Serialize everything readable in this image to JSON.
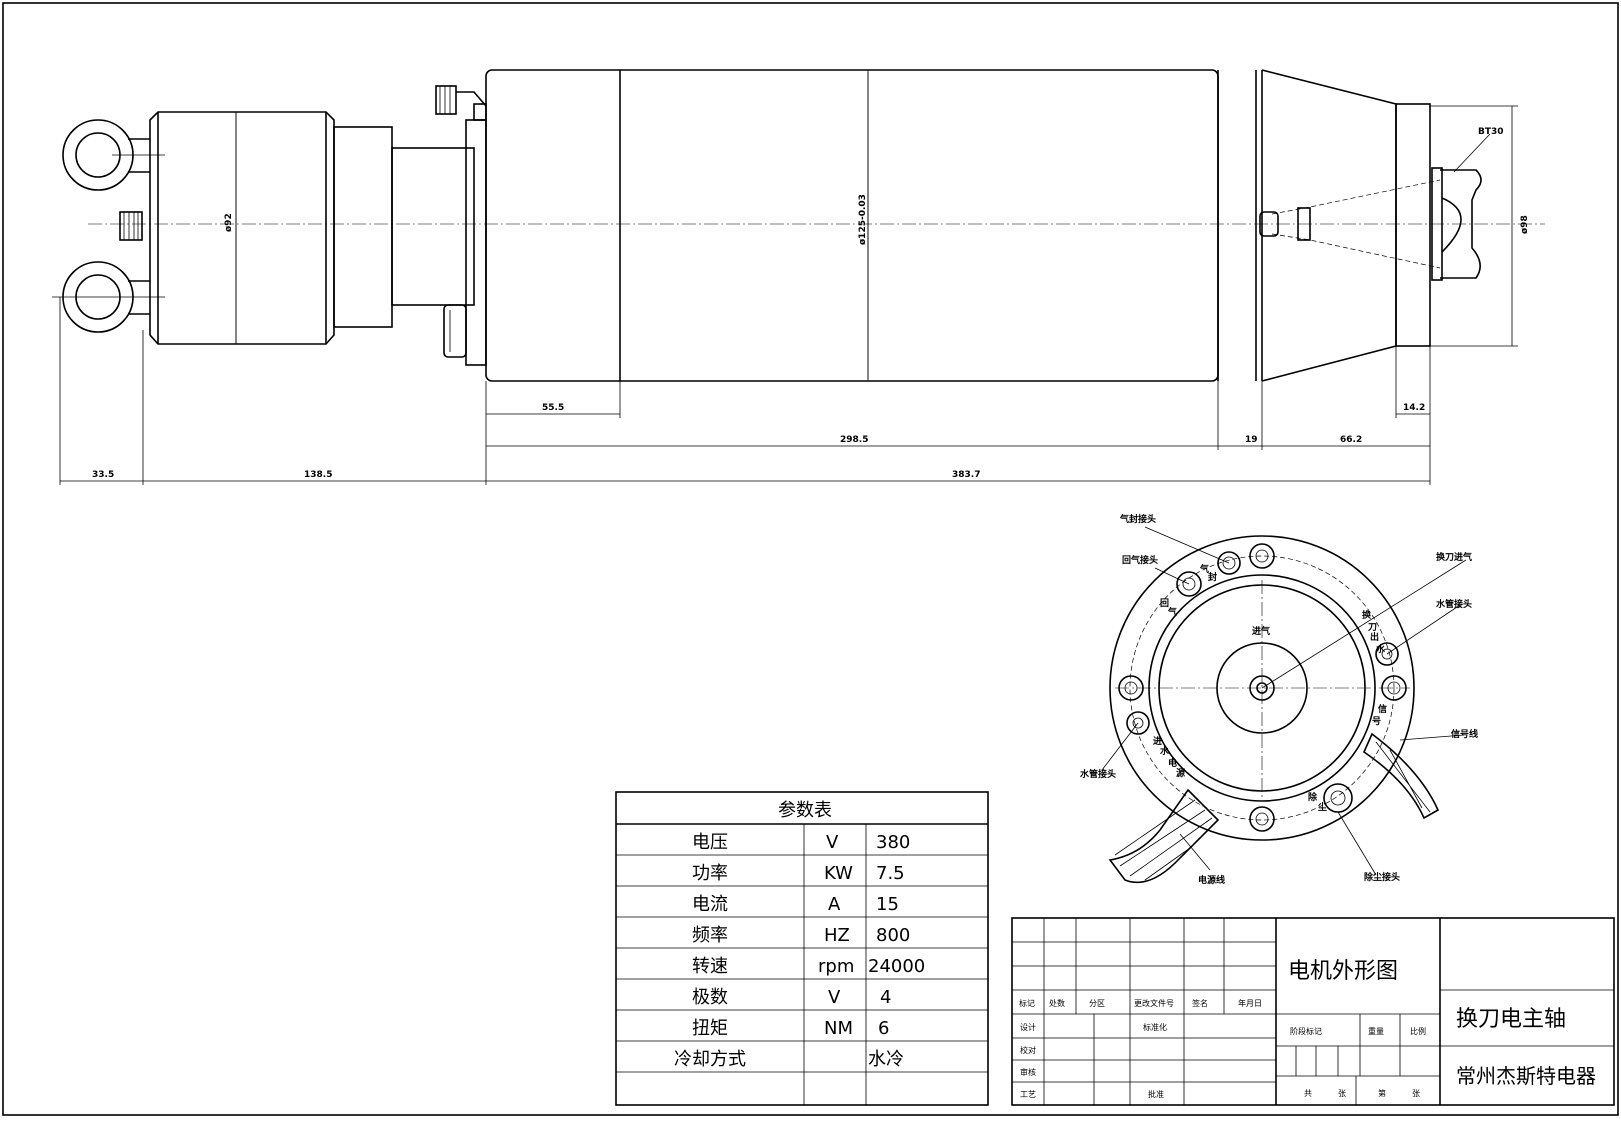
{
  "dimensions": {
    "d_55_5": "55.5",
    "d_298_5": "298.5",
    "d_19": "19",
    "d_66_2": "66.2",
    "d_14_2": "14.2",
    "d_33_5": "33.5",
    "d_138_5": "138.5",
    "d_383_7": "383.7",
    "dia_92": "ø92",
    "dia_125": "ø125-0.03",
    "dia_98": "ø98",
    "bt30": "BT30"
  },
  "end_view": {
    "labels": {
      "air_seal": "气封接头",
      "air_return": "回气接头",
      "tool_change_air_in": "换刀进气",
      "water_pipe_right": "水管接头",
      "air_in": "进气",
      "signal_wire": "信号线",
      "water_pipe_left": "水管接头",
      "power_cable": "电源线",
      "dust_joint": "除尘接头"
    },
    "ring_marks": [
      "回",
      "气",
      "气",
      "封",
      "换",
      "刀",
      "出",
      "水",
      "信",
      "号",
      "进",
      "水",
      "电",
      "源",
      "除",
      "尘"
    ]
  },
  "param_table": {
    "title": "参数表",
    "rows": [
      {
        "name": "电压",
        "unit": "V",
        "value": "380"
      },
      {
        "name": "功率",
        "unit": "KW",
        "value": "7.5"
      },
      {
        "name": "电流",
        "unit": "A",
        "value": "15"
      },
      {
        "name": "频率",
        "unit": "HZ",
        "value": "800"
      },
      {
        "name": "转速",
        "unit": "rpm",
        "value": "24000"
      },
      {
        "name": "极数",
        "unit": "V",
        "value": "4"
      },
      {
        "name": "扭矩",
        "unit": "NM",
        "value": "6"
      },
      {
        "name": "冷却方式",
        "unit": "",
        "value": "水冷"
      }
    ]
  },
  "title_block": {
    "drawing_name": "电机外形图",
    "product": "换刀电主轴",
    "company": "常州杰斯特电器",
    "headers": [
      "标记",
      "处数",
      "分区",
      "更改文件号",
      "签名",
      "年月日"
    ],
    "rows": [
      "设计",
      "校对",
      "审核",
      "工艺"
    ],
    "standardize": "标准化",
    "approve": "批准",
    "stage_mark": "阶段标记",
    "weight": "重量",
    "scale": "比例",
    "total": "共",
    "sheets": "张",
    "page": "第",
    "sheet": "张"
  }
}
